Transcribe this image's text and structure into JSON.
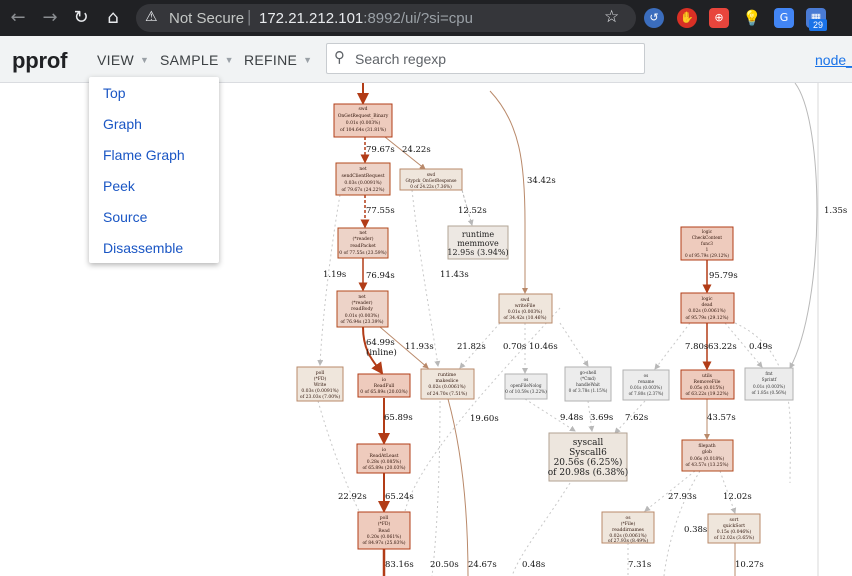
{
  "browser": {
    "not_secure": "Not Secure",
    "url_host": "172.21.212.101",
    "url_rest": ":8992/ui/?si=cpu",
    "ext_badge": "29"
  },
  "app": {
    "logo": "pprof",
    "menus": {
      "view": "VIEW",
      "sample": "SAMPLE",
      "refine": "REFINE"
    },
    "search_placeholder": "Search regexp",
    "node_link": "node_s"
  },
  "dropdown": {
    "items": [
      "Top",
      "Graph",
      "Flame Graph",
      "Peek",
      "Source",
      "Disassemble"
    ]
  },
  "graph": {
    "nodes": [
      {
        "lines": [
          "swd",
          "OnGetRequest_Binary",
          "0.01s (0.003%)",
          "of 104.64s (31.81%)"
        ]
      },
      {
        "lines": [
          "net",
          "sendClientRequest",
          "0.03s (0.0091%)",
          "of 79.67s (24.22%)"
        ]
      },
      {
        "lines": [
          "swd",
          "Gtypck_OnGetResponse",
          "0 of 24.22s (7.36%)"
        ]
      },
      {
        "lines": [
          "net",
          "(*reader)",
          "readPacket",
          "0 of 77.55s (23.59%)"
        ]
      },
      {
        "lines": [
          "runtime",
          "memmove",
          "12.95s (3.94%)"
        ]
      },
      {
        "lines": [
          "logic",
          "CheckContent",
          "func3",
          "1",
          "0 of 95.79s (29.12%)"
        ]
      },
      {
        "lines": [
          "net",
          "(*reader)",
          "readBody",
          "0.01s (0.003%)",
          "of 76.94s (23.39%)"
        ]
      },
      {
        "lines": [
          "swd",
          "writeFile",
          "0.01s (0.003%)",
          "of 34.42s (10.46%)"
        ]
      },
      {
        "lines": [
          "logic",
          "dead",
          "0.02s (0.0061%)",
          "of 95.79s (29.12%)"
        ]
      },
      {
        "lines": [
          "poll",
          "(*FD)",
          "Write",
          "0.03s (0.0091%)",
          "of 23.03s (7.00%)"
        ]
      },
      {
        "lines": [
          "io",
          "ReadFull",
          "0 of 65.89s (20.03%)"
        ]
      },
      {
        "lines": [
          "runtime",
          "makeslice",
          "0.02s (0.0061%)",
          "of 24.70s (7.51%)"
        ]
      },
      {
        "lines": [
          "os",
          "openFileNolog",
          "0 of 10.59s (3.22%)"
        ]
      },
      {
        "lines": [
          "go-shell",
          "(*Cmd)",
          "handleWait",
          "0 of 3.78s (1.15%)"
        ]
      },
      {
        "lines": [
          "os",
          "rename",
          "0.01s (0.003%)",
          "of 7.80s (2.37%)"
        ]
      },
      {
        "lines": [
          "utils",
          "RemoveFile",
          "0.05s (0.015%)",
          "of 63.22s (19.22%)"
        ]
      },
      {
        "lines": [
          "fmt",
          "Sprintf",
          "0.01s (0.003%)",
          "of 1.85s (0.56%)"
        ]
      },
      {
        "lines": [
          "io",
          "ReadAtLeast",
          "0.28s (0.085%)",
          "of 65.89s (20.03%)"
        ]
      },
      {
        "lines": [
          "syscall",
          "Syscall6",
          "20.56s (6.25%)",
          "of 20.98s (6.38%)"
        ]
      },
      {
        "lines": [
          "filepath",
          "glob",
          "0.06s (0.018%)",
          "of 43.57s (13.25%)"
        ]
      },
      {
        "lines": [
          "poll",
          "(*FD)",
          "Read",
          "0.20s (0.061%)",
          "of 84.97s (25.83%)"
        ]
      },
      {
        "lines": [
          "os",
          "(*File)",
          "readdirnames",
          "0.02s (0.0061%)",
          "of 27.93s (8.49%)"
        ]
      },
      {
        "lines": [
          "sort",
          "quickSort",
          "0.15s (0.046%)",
          "of 12.02s (3.65%)"
        ]
      }
    ],
    "edge_labels": [
      "79.67s",
      "24.22s",
      "34.42s",
      "77.55s",
      "12.52s",
      "1.35s",
      "1.19s",
      "76.94s",
      "11.43s",
      "95.79s",
      "64.99s",
      "(inline)",
      "11.93s",
      "21.82s",
      "0.70s",
      "10.46s",
      "7.80s",
      "63.22s",
      "0.49s",
      "65.89s",
      "19.60s",
      "9.48s",
      "3.69s",
      "7.62s",
      "43.57s",
      "22.92s",
      "65.24s",
      "27.93s",
      "12.02s",
      "0.38s",
      "83.16s",
      "20.50s",
      "24.67s",
      "0.48s",
      "7.31s",
      "10.27s"
    ]
  }
}
